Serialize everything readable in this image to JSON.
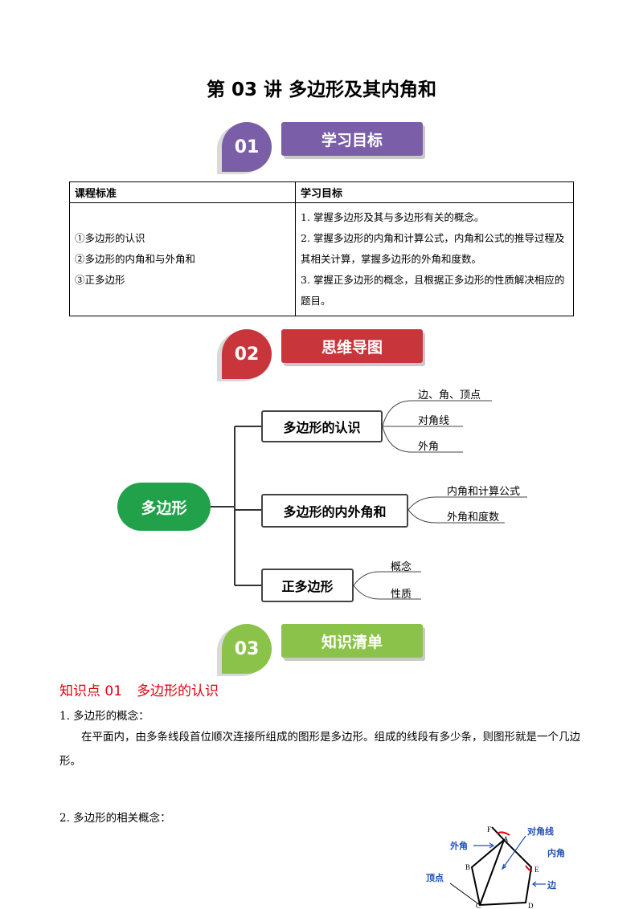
{
  "title": "第 03 讲  多边形及其内角和",
  "sections": [
    {
      "number": "01",
      "label": "学习目标",
      "color": "#7b5ea8"
    },
    {
      "number": "02",
      "label": "思维导图",
      "color": "#c8363c"
    },
    {
      "number": "03",
      "label": "知识清单",
      "color": "#8bc34a"
    }
  ],
  "goals_table": {
    "headers": [
      "课程标准",
      "学习目标"
    ],
    "standards": [
      "①多边形的认识",
      "②多边形的内角和与外角和",
      "③正多边形"
    ],
    "objectives": [
      "1. 掌握多边形及其与多边形有关的概念。",
      "2. 掌握多边形的内角和计算公式，内角和公式的推导过程及其相关计算，掌握多边形的外角和度数。",
      "3. 掌握正多边形的概念，且根据正多边形的性质解决相应的题目。"
    ]
  },
  "mindmap": {
    "root": "多边形",
    "branches": [
      {
        "label": "多边形的认识",
        "leaves": [
          "边、角、顶点",
          "对角线",
          "外角"
        ]
      },
      {
        "label": "多边形的内外角和",
        "leaves": [
          "内角和计算公式",
          "外角和度数"
        ]
      },
      {
        "label": "正多边形",
        "leaves": [
          "概念",
          "性质"
        ]
      }
    ]
  },
  "knowledge": {
    "point_title": "知识点 01",
    "point_name": "多边形的认识",
    "item1_heading": "1. 多边形的概念：",
    "item1_text": "在平面内，由多条线段首位顺次连接所组成的图形是多边形。组成的线段有多少条，则图形就是一个几边形。",
    "item2_heading": "2.  多边形的相关概念："
  },
  "figure": {
    "labels": {
      "exterior": "外角",
      "diagonal": "对角线",
      "interior": "内角",
      "vertex": "顶点",
      "side": "边"
    },
    "points": [
      "F",
      "A",
      "B",
      "E",
      "C",
      "D"
    ],
    "label_color": "#1f4fb5",
    "arc_color": "#e0000b"
  }
}
